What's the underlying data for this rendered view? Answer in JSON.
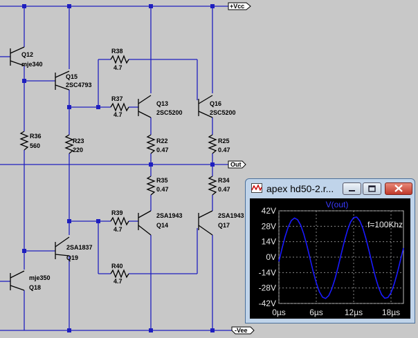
{
  "schematic": {
    "nets": {
      "vcc": "+Vcc",
      "out": "Out",
      "vee": "-Vee"
    },
    "components": {
      "q12": {
        "ref": "Q12",
        "part": "mje340"
      },
      "q15": {
        "ref": "Q15",
        "part": "2SC4793"
      },
      "q13": {
        "ref": "Q13",
        "part": "2SC5200"
      },
      "q16": {
        "ref": "Q16",
        "part": "2SC5200"
      },
      "q14": {
        "ref": "Q14",
        "part": "2SA1943"
      },
      "q17": {
        "ref": "Q17",
        "part": "2SA1943"
      },
      "q19": {
        "ref": "Q19",
        "part": "2SA1837"
      },
      "q18": {
        "ref": "Q18",
        "part": "mje350"
      },
      "r38": {
        "ref": "R38",
        "value": "4.7"
      },
      "r37": {
        "ref": "R37",
        "value": "4.7"
      },
      "r36": {
        "ref": "R36",
        "value": "560"
      },
      "r23": {
        "ref": "R23",
        "value": "220"
      },
      "r22": {
        "ref": "R22",
        "value": "0.47"
      },
      "r25": {
        "ref": "R25",
        "value": "0.47"
      },
      "r35": {
        "ref": "R35",
        "value": "0.47"
      },
      "r34": {
        "ref": "R34",
        "value": "0.47"
      },
      "r39": {
        "ref": "R39",
        "value": "4.7"
      },
      "r40": {
        "ref": "R40",
        "value": "4.7"
      }
    }
  },
  "plot_window": {
    "title": "apex hd50-2.r...",
    "icons": {
      "app": "waveform-app-icon",
      "minimize": "minimize-icon",
      "maximize": "maximize-icon",
      "close": "close-icon"
    },
    "colors": {
      "trace": "#1a1aff",
      "grid": "#8a8a8a",
      "background": "#000000"
    }
  },
  "chart_data": {
    "type": "line",
    "title": "V(out)",
    "annotation": "f=100Khz",
    "xlabel": "",
    "ylabel": "",
    "xlim": [
      0,
      20
    ],
    "ylim": [
      -42,
      42
    ],
    "x_unit": "µs",
    "y_unit": "V",
    "x_ticks": [
      "0µs",
      "6µs",
      "12µs",
      "18µs"
    ],
    "y_ticks": [
      "42V",
      "28V",
      "14V",
      "0V",
      "-14V",
      "-28V",
      "-42V"
    ],
    "grid": true,
    "series": [
      {
        "name": "V(out)",
        "x": [
          0,
          0.5,
          1,
          1.5,
          2,
          2.5,
          3,
          3.5,
          4,
          4.5,
          5,
          5.5,
          6,
          6.5,
          7,
          7.5,
          8,
          8.5,
          9,
          9.5,
          10,
          10.5,
          11,
          11.5,
          12,
          12.5,
          13,
          13.5,
          14,
          14.5,
          15,
          15.5,
          16,
          16.5,
          17,
          17.5,
          18,
          18.5,
          19,
          19.5,
          20
        ],
        "values": [
          -4,
          7.9,
          18.7,
          27.4,
          33.2,
          35.5,
          34,
          29,
          20.8,
          10.5,
          -1.3,
          -13,
          -23.3,
          -31.4,
          -36.3,
          -37.5,
          -34.9,
          -28.7,
          -19.8,
          -9,
          2.7,
          14.2,
          24.2,
          31.7,
          35.9,
          36.3,
          32.8,
          25.9,
          16.3,
          5.1,
          -6.9,
          -18.1,
          -27.5,
          -34.1,
          -37.3,
          -36.6,
          -32.3,
          -24.6,
          -14.6,
          -3.2,
          8.3
        ]
      }
    ]
  }
}
